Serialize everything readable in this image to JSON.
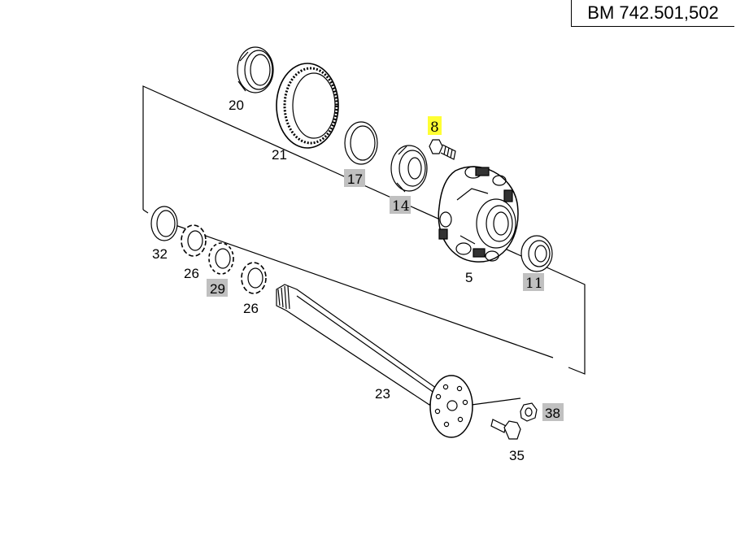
{
  "header": {
    "title": "BM 742.501,502"
  },
  "colors": {
    "highlight_yellow": "#ffff33",
    "highlight_grey": "#c0c0c0",
    "line": "#000000"
  },
  "parts": [
    {
      "id": "p20",
      "label": "20",
      "highlight": "none"
    },
    {
      "id": "p21",
      "label": "21",
      "highlight": "none"
    },
    {
      "id": "p17",
      "label": "17",
      "highlight": "grey"
    },
    {
      "id": "p14",
      "label": "14",
      "highlight": "grey"
    },
    {
      "id": "p8",
      "label": "8",
      "highlight": "yellow"
    },
    {
      "id": "p5",
      "label": "5",
      "highlight": "none"
    },
    {
      "id": "p11",
      "label": "11",
      "highlight": "grey"
    },
    {
      "id": "p32",
      "label": "32",
      "highlight": "none"
    },
    {
      "id": "p26a",
      "label": "26",
      "highlight": "none"
    },
    {
      "id": "p29",
      "label": "29",
      "highlight": "grey"
    },
    {
      "id": "p26b",
      "label": "26",
      "highlight": "none"
    },
    {
      "id": "p23",
      "label": "23",
      "highlight": "none"
    },
    {
      "id": "p38",
      "label": "38",
      "highlight": "grey"
    },
    {
      "id": "p35",
      "label": "35",
      "highlight": "none"
    }
  ]
}
